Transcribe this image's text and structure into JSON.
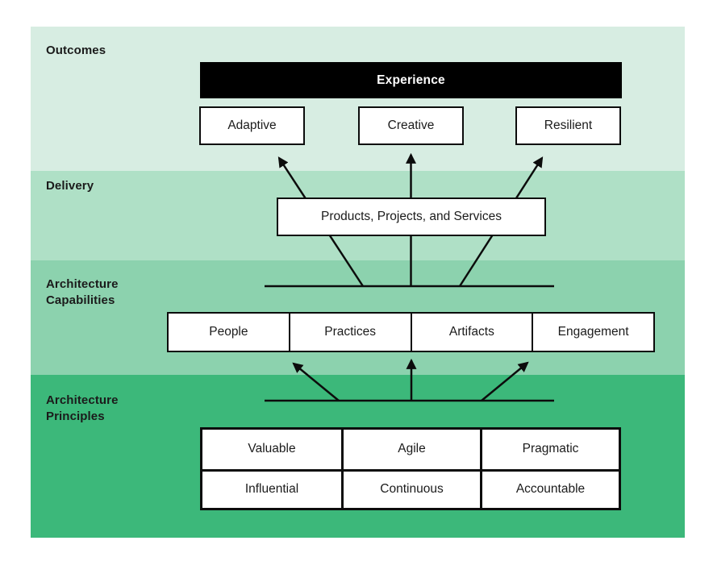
{
  "diagram": {
    "bands": [
      {
        "label": "Outcomes"
      },
      {
        "label": "Delivery"
      },
      {
        "label": "Architecture Capabilities"
      },
      {
        "label": "Architecture Principles"
      }
    ],
    "experience_bar": {
      "label": "Experience"
    },
    "outcome_boxes": [
      "Adaptive",
      "Creative",
      "Resilient"
    ],
    "delivery_box": {
      "label": "Products, Projects, and Services"
    },
    "capability_boxes": [
      "People",
      "Practices",
      "Artifacts",
      "Engagement"
    ],
    "principles": [
      [
        "Valuable",
        "Agile",
        "Pragmatic"
      ],
      [
        "Influential",
        "Continuous",
        "Accountable"
      ]
    ],
    "colors": {
      "band_outcomes": "#d7ede2",
      "band_delivery": "#afe0c6",
      "band_capabilities": "#8cd2ae",
      "band_principles": "#3cb87a",
      "bar_background": "#000000",
      "bar_text": "#ffffff",
      "box_background": "#ffffff",
      "line": "#0c0c0c",
      "text": "#1b1b1b"
    }
  }
}
